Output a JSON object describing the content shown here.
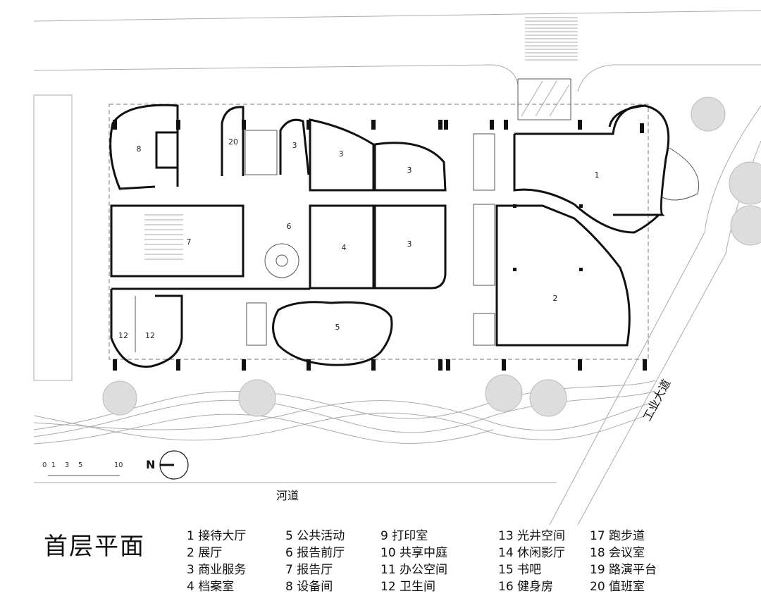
{
  "title": "首层平面",
  "river_label": "河道",
  "road_label": "工业大道",
  "north_label": "N",
  "scale_ticks": [
    "0",
    "1",
    "3",
    "5",
    "10"
  ],
  "rooms": {
    "r8": "8",
    "r20": "20",
    "r3a": "3",
    "r3b": "3",
    "r3c": "3",
    "r1": "1",
    "r7": "7",
    "r6": "6",
    "r4": "4",
    "r3d": "3",
    "r2": "2",
    "r12a": "12",
    "r12b": "12",
    "r5": "5"
  },
  "legend": [
    "1 接待大厅",
    "5 公共活动",
    "9 打印室",
    "13 光井空间",
    "17 跑步道",
    "2 展厅",
    "6 报告前厅",
    "10 共享中庭",
    "14 休闲影厅",
    "18 会议室",
    "3 商业服务",
    "7 报告厅",
    "11 办公空间",
    "15 书吧",
    "19 路演平台",
    "4 档案室",
    "8 设备间",
    "12 卫生间",
    "16 健身房",
    "20 值班室"
  ]
}
